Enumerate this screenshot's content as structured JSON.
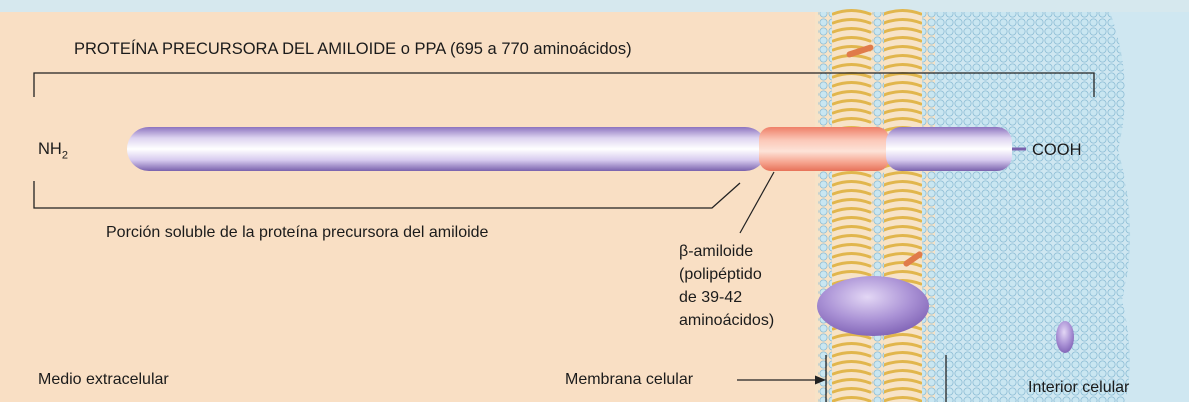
{
  "diagram": {
    "title": "PROTEÍNA PRECURSORA DEL AMILOIDE o PPA (695 a 770 aminoácidos)",
    "nh2": {
      "main": "NH",
      "sub": "2"
    },
    "cooh": "COOH",
    "soluble_portion": "Porción soluble de la proteína precursora del amiloide",
    "beta_amyloid": [
      "β-amiloide",
      "(polipéptido",
      "de 39-42",
      "aminoácidos)"
    ],
    "medio": "Medio extracelular",
    "membrana": "Membrana celular",
    "interior": "Interior celular"
  },
  "colors": {
    "extracellular_bg": "#f9dfc4",
    "cytoplasm_bg": "#b4d8e8",
    "protein_body": "#a995d3",
    "beta_segment": "#f39a86",
    "membrane_tails": "#e8bf55"
  }
}
